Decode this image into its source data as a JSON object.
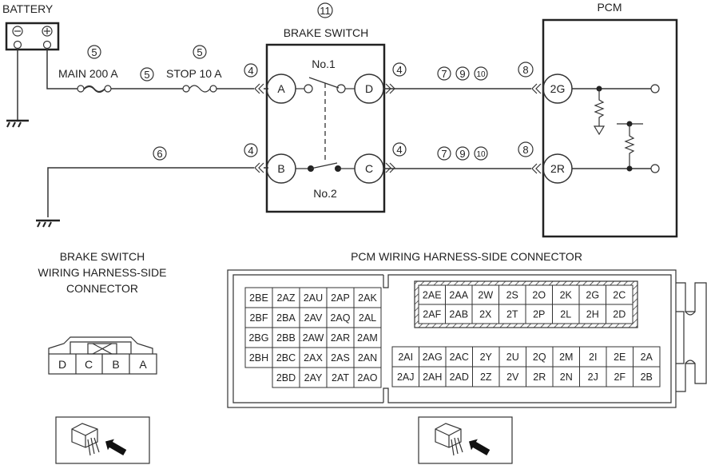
{
  "battery": {
    "label": "BATTERY",
    "neg_symbol": "⊖",
    "pos_symbol": "⊕"
  },
  "fuses": [
    {
      "name": "MAIN 200 A",
      "callout": "5"
    },
    {
      "name": "STOP 10 A",
      "callout": "5"
    }
  ],
  "wire_callouts": {
    "between_fuses": "5",
    "ground_wire": "6",
    "brake_left_top": "4",
    "brake_left_bottom": "4",
    "brake_right_top": "4",
    "brake_right_bottom": "4",
    "harness_top": [
      "7",
      "9",
      "10"
    ],
    "harness_bottom": [
      "7",
      "9",
      "10"
    ],
    "pcm_top": "8",
    "pcm_bottom": "8"
  },
  "brake_switch": {
    "callout": "11",
    "label": "BRAKE SWITCH",
    "switch1": "No.1",
    "switch2": "No.2",
    "terminals": {
      "A": "A",
      "B": "B",
      "C": "C",
      "D": "D"
    }
  },
  "pcm": {
    "label": "PCM",
    "terminals": {
      "top": "2G",
      "bottom": "2R"
    }
  },
  "brake_connector": {
    "title_lines": [
      "BRAKE SWITCH",
      "WIRING HARNESS-SIDE",
      "CONNECTOR"
    ],
    "pins": [
      "D",
      "C",
      "B",
      "A"
    ],
    "view_icon": "harness-side-view-icon"
  },
  "pcm_connector": {
    "title": "PCM WIRING HARNESS-SIDE CONNECTOR",
    "left_block": [
      [
        "2BE",
        "2AZ",
        "2AU",
        "2AP",
        "2AK"
      ],
      [
        "2BF",
        "2BA",
        "2AV",
        "2AQ",
        "2AL"
      ],
      [
        "2BG",
        "2BB",
        "2AW",
        "2AR",
        "2AM"
      ],
      [
        "2BH",
        "2BC",
        "2AX",
        "2AS",
        "2AN"
      ],
      [
        "",
        "2BD",
        "2AY",
        "2AT",
        "2AO"
      ]
    ],
    "top_right_block": [
      [
        "2AE",
        "2AA",
        "2W",
        "2S",
        "2O",
        "2K",
        "2G",
        "2C"
      ],
      [
        "2AF",
        "2AB",
        "2X",
        "2T",
        "2P",
        "2L",
        "2H",
        "2D"
      ]
    ],
    "bottom_right_block": [
      [
        "2AI",
        "2AG",
        "2AC",
        "2Y",
        "2U",
        "2Q",
        "2M",
        "2I",
        "2E",
        "2A"
      ],
      [
        "2AJ",
        "2AH",
        "2AD",
        "2Z",
        "2V",
        "2R",
        "2N",
        "2J",
        "2F",
        "2B"
      ]
    ],
    "view_icon": "harness-side-view-icon"
  }
}
